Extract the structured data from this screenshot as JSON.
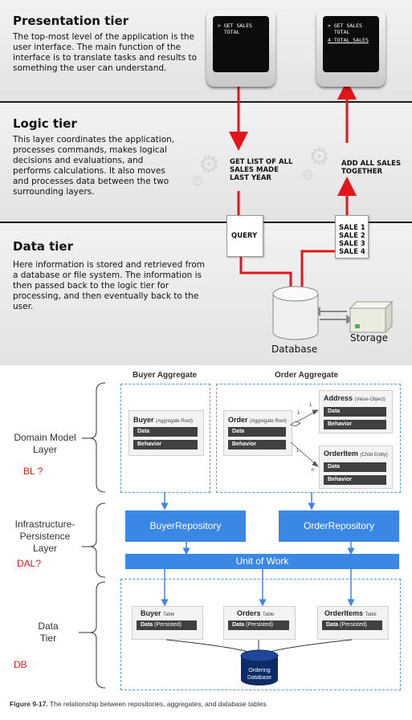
{
  "top_diagram": {
    "presentation": {
      "title": "Presentation tier",
      "description": "The top-most level of the application is the user interface. The main function of the interface is to translate tasks and results to something the user can understand.",
      "monitor_left": [
        "> GET SALES",
        "  TOTAL"
      ],
      "monitor_right": [
        "> GET SALES",
        "  TOTAL",
        "4 TOTAL SALES"
      ]
    },
    "logic": {
      "title": "Logic tier",
      "description": "This layer coordinates the application, processes commands, makes logical decisions and evaluations, and performs calculations.  It also moves and processes data between the two surrounding layers.",
      "note_left": "GET LIST OF ALL\nSALES MADE\nLAST YEAR",
      "note_right": "ADD ALL SALES\nTOGETHER"
    },
    "data": {
      "title": "Data tier",
      "description": "Here information is stored and retrieved from a database or file system.  The information is then passed back to the logic tier for processing, and then eventually back to the user.",
      "query_doc": "QUERY",
      "sales_doc": [
        "SALE 1",
        "SALE 2",
        "SALE 3",
        "SALE 4"
      ],
      "database_label": "Database",
      "storage_label": "Storage"
    },
    "colors": {
      "arrow": "#e4141b",
      "background": "#1d1d1d"
    }
  },
  "bottom_diagram": {
    "layers": {
      "domain": "Domain Model\nLayer",
      "infrastructure": "Infrastructure-\nPersistence\nLayer",
      "data": "Data\nTier"
    },
    "red_notes": {
      "bl": "BL ?",
      "dal": "DAL?",
      "db": "DB"
    },
    "buyer_aggregate": {
      "title": "Buyer Aggregate",
      "buyer": {
        "name": "Buyer",
        "qualifier": "(Aggregate Root)",
        "rows": [
          "Data",
          "Behavior"
        ]
      }
    },
    "order_aggregate": {
      "title": "Order Aggregate",
      "order": {
        "name": "Order",
        "qualifier": "(Aggregate Root)",
        "rows": [
          "Data",
          "Behavior"
        ]
      },
      "address": {
        "name": "Address",
        "qualifier": "(Value-Object)",
        "rows": [
          "Data",
          "Behavior"
        ]
      },
      "order_item": {
        "name": "OrderItem",
        "qualifier": "(Child Entity)",
        "rows": [
          "Data",
          "Behavior"
        ]
      },
      "multiplicity": {
        "address_source": "1",
        "address_target": "1",
        "item_source": "1",
        "item_target": "n"
      }
    },
    "repositories": {
      "buyer": "BuyerRepository",
      "order": "OrderRepository",
      "unit_of_work": "Unit of Work"
    },
    "tables": [
      {
        "name": "Buyer",
        "suffix": "Table",
        "row_label": "Data",
        "row_suffix": "(Persisted)"
      },
      {
        "name": "Orders",
        "suffix": "Table",
        "row_label": "Data",
        "row_suffix": "(Persisted)"
      },
      {
        "name": "OrderItems",
        "suffix": "Table",
        "row_label": "Data",
        "row_suffix": "(Persisted)"
      }
    ],
    "database": "Ordering\nDatabase",
    "caption": {
      "figure": "Figure 9-17.",
      "text": " The relationship between repositories, aggregates, and database tables"
    },
    "colors": {
      "accent": "#3a87e6",
      "note": "#e3231b",
      "database": "#0b2a66"
    }
  }
}
